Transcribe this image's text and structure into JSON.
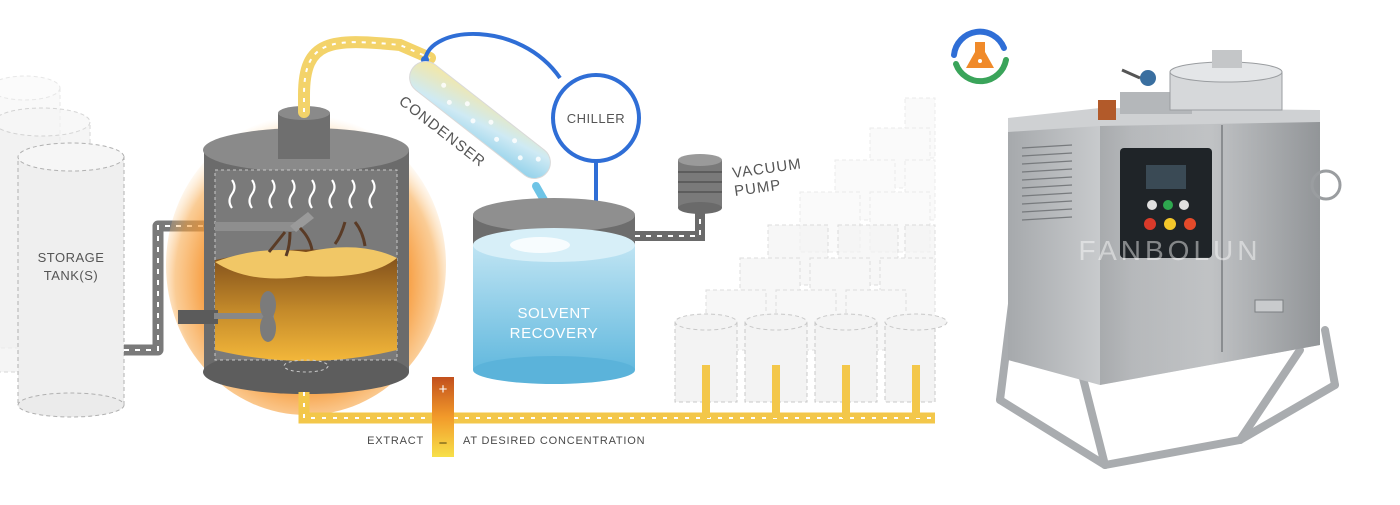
{
  "diagram": {
    "storage_tank_label_line1": "STORAGE",
    "storage_tank_label_line2": "TANK(S)",
    "condenser_label": "CONDENSER",
    "chiller_label": "CHILLER",
    "vacuum_pump_label_line1": "VACUUM",
    "vacuum_pump_label_line2": "PUMP",
    "solvent_recovery_label_line1": "SOLVENT",
    "solvent_recovery_label_line2": "RECOVERY",
    "extract_label": "EXTRACT",
    "concentration_label": "AT DESIRED CONCENTRATION",
    "gauge_plus": "+",
    "gauge_minus": "−"
  },
  "product": {
    "machine_brand_watermark": "FANBOLUN"
  },
  "colors": {
    "heat_orange": "#f58a1f",
    "flow_yellow": "#f3c74a",
    "chiller_blue": "#2f6ed6",
    "solvent_blue": "#7fc6e4",
    "vessel_gray": "#6b6b6b",
    "steel": "#b9bcbf"
  }
}
